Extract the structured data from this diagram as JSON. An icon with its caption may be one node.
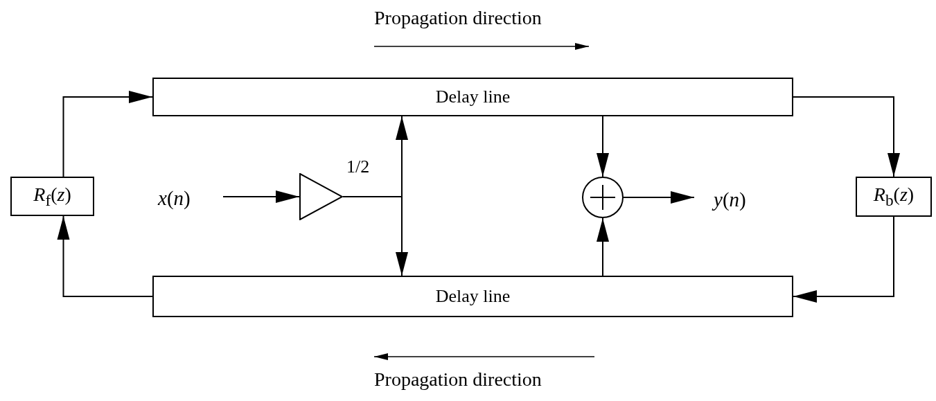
{
  "diagram": {
    "nodes": [
      {
        "text": [
          "Delay line"
        ]
      },
      {
        "text": [
          "Delay line"
        ]
      },
      {
        "text": [
          "*R*$_{f}$(*z*)"
        ]
      },
      {
        "text": [
          "*R*$_{b}$(*z*)"
        ]
      },
      {
        "text": [
          "*x*(*n*)"
        ]
      },
      {
        "text": [],
        "shape": "triangle",
        "beside": [
          "1/2"
        ]
      },
      {
        "text": [],
        "shape": "circle"
      },
      {
        "text": [
          "*y*(*n*)"
        ]
      }
    ],
    "edges": [
      {
        "from": 0,
        "to": 3,
        "arrow": "to"
      },
      {
        "from": 3,
        "to": 1,
        "arrow": "to"
      },
      {
        "from": 1,
        "to": 2,
        "arrow": "to"
      },
      {
        "from": 2,
        "to": 0,
        "arrow": "to"
      },
      {
        "from": 4,
        "to": 5,
        "arrow": "to"
      },
      {
        "from": 5,
        "to": 0,
        "arrow": "to"
      },
      {
        "from": 5,
        "to": 1,
        "arrow": "to"
      },
      {
        "from": 0,
        "to": 6,
        "arrow": "to"
      },
      {
        "from": 1,
        "to": 6,
        "arrow": "to"
      },
      {
        "from": 6,
        "to": 7,
        "arrow": "to"
      }
    ],
    "labels": [
      "Propagation direction",
      "Propagation direction"
    ]
  }
}
